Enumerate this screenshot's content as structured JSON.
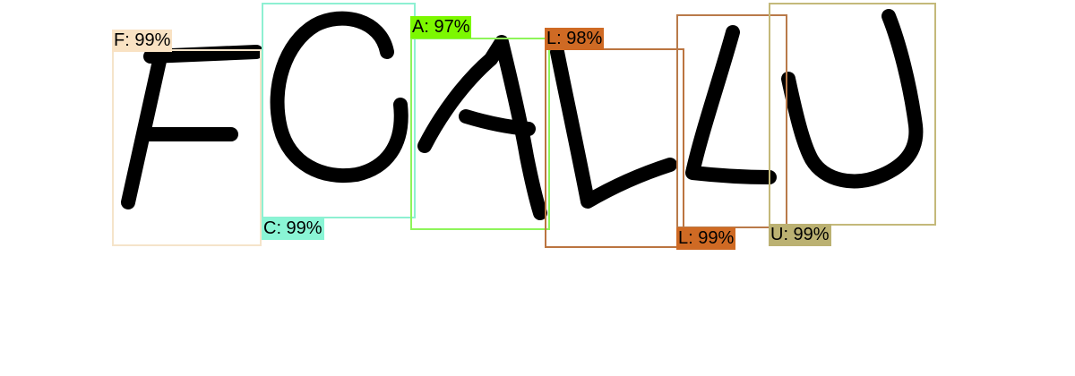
{
  "detections": [
    {
      "label": "F: 99%",
      "color": "#f9e2c3",
      "box_color": "#f5e4ca"
    },
    {
      "label": "C: 99%",
      "color": "#8af5d5",
      "box_color": "#8ef0d2"
    },
    {
      "label": "A: 97%",
      "color": "#7cf800",
      "box_color": "#8ef55a"
    },
    {
      "label": "L: 98%",
      "color": "#cf6a24",
      "box_color": "#bb7440"
    },
    {
      "label": "L: 99%",
      "color": "#cf6a24",
      "box_color": "#b97a4a"
    },
    {
      "label": "U: 99%",
      "color": "#bbb172",
      "box_color": "#c4b97a"
    }
  ],
  "glyphs": [
    {
      "char": "F",
      "icon": "letter-f-glyph"
    },
    {
      "char": "C",
      "icon": "letter-c-glyph"
    },
    {
      "char": "A",
      "icon": "letter-a-glyph"
    },
    {
      "char": "L",
      "icon": "letter-l-glyph"
    },
    {
      "char": "L",
      "icon": "letter-l-glyph"
    },
    {
      "char": "U",
      "icon": "letter-u-glyph"
    }
  ]
}
